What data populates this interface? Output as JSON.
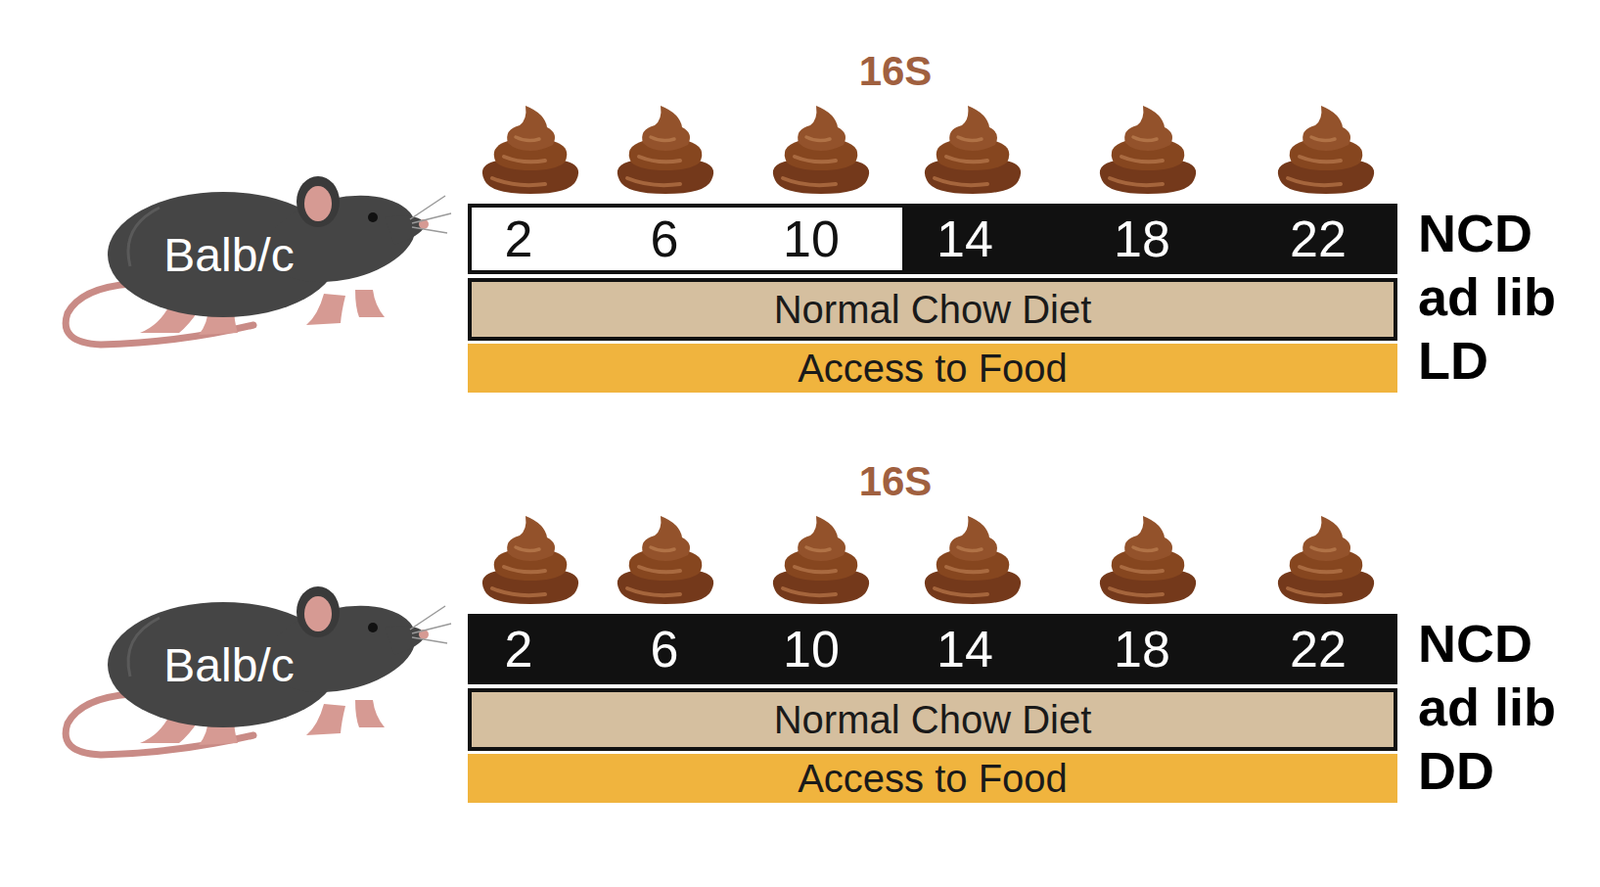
{
  "diagram": {
    "nodes": [
      {
        "text": [
          "Balb/c"
        ]
      },
      {
        "text": [
          "2",
          "6",
          "10",
          "14",
          "18",
          "22"
        ]
      },
      {
        "text": [
          "Normal Chow Diet"
        ]
      },
      {
        "text": [
          "Access to Food"
        ]
      },
      {
        "text": [
          "Balb/c"
        ]
      },
      {
        "text": [
          "2",
          "6",
          "10",
          "14",
          "18",
          "22"
        ]
      },
      {
        "text": [
          "Normal Chow Diet"
        ]
      },
      {
        "text": [
          "Access to Food"
        ]
      }
    ],
    "labels": [
      "16S",
      "NCD",
      "ad lib",
      "LD",
      "16S",
      "NCD",
      "ad lib",
      "DD"
    ]
  }
}
